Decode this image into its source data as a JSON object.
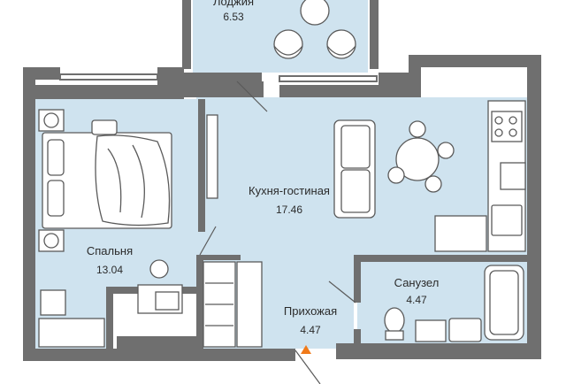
{
  "rooms": {
    "loggia": {
      "name": "Лоджия",
      "area": "6.53"
    },
    "kitchen_living": {
      "name": "Кухня-гостиная",
      "area": "17.46"
    },
    "bedroom": {
      "name": "Спальня",
      "area": "13.04"
    },
    "bathroom": {
      "name": "Санузел",
      "area": "4.47"
    },
    "hallway": {
      "name": "Прихожая",
      "area": "4.47"
    }
  },
  "colors": {
    "wall": "#6f6f6f",
    "floor": "#cfe3ef",
    "furniture": "#ffffff",
    "furniture_stroke": "#5a5a5a",
    "entrance_marker": "#f07a1a"
  }
}
